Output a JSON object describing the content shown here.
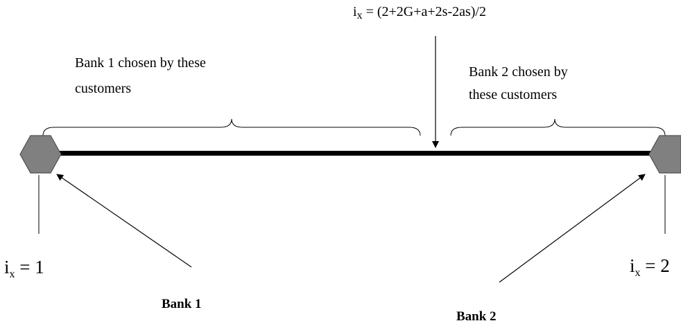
{
  "formula": {
    "text": "(2+2G+a+2s-2as)/2",
    "var_base": "i",
    "var_sub": "x",
    "eq": " = "
  },
  "region_labels": {
    "bank1_line1": "Bank 1 chosen by these",
    "bank1_line2": "customers",
    "bank2_line1": "Bank 2 chosen by",
    "bank2_line2": "these customers"
  },
  "endpoints": {
    "left": {
      "base": "i",
      "sub": "x",
      "eq": " = 1"
    },
    "right": {
      "base": "i",
      "sub": "x",
      "eq": " = 2"
    }
  },
  "banks": {
    "bank1": "Bank 1",
    "bank2": "Bank 2"
  },
  "colors": {
    "hexagon_fill": "#808080",
    "hexagon_stroke": "#505050",
    "line": "#000000"
  }
}
